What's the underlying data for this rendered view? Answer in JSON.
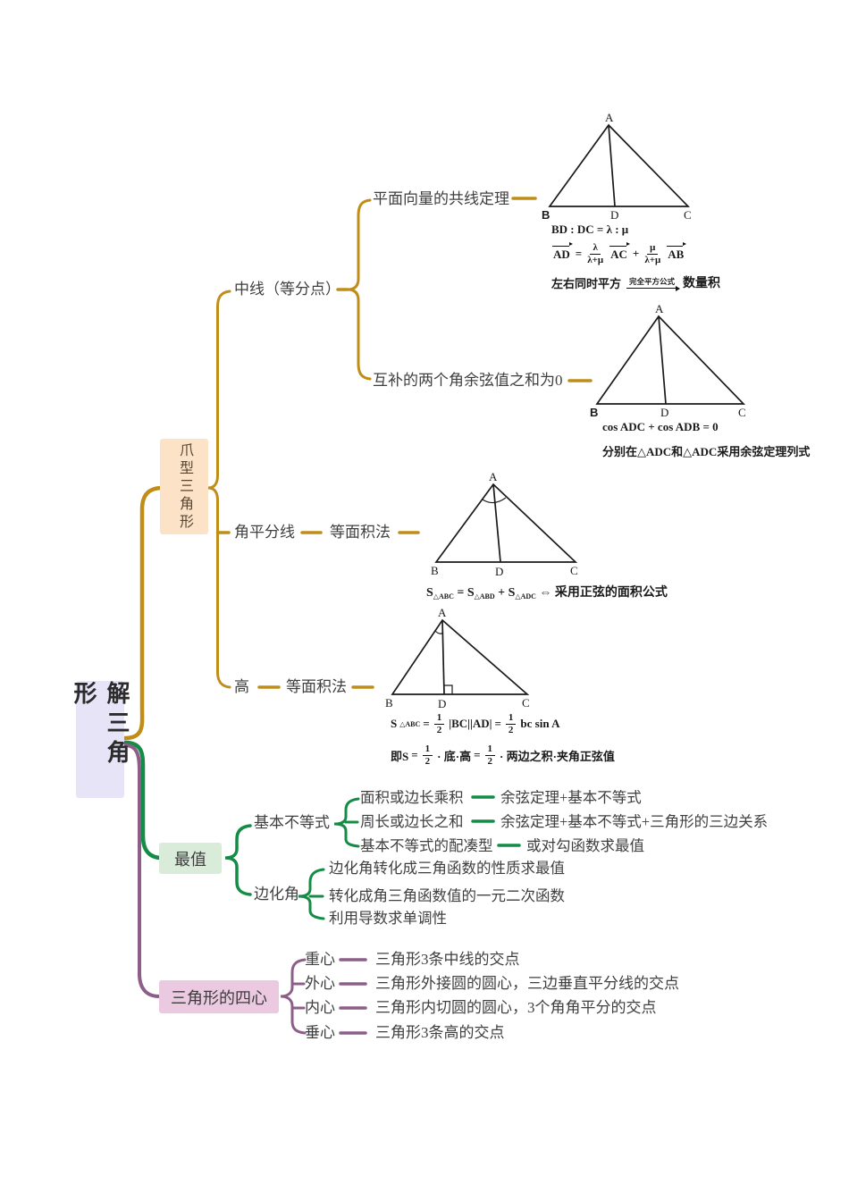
{
  "root": {
    "label": "解三角形"
  },
  "claw": {
    "label": "爪型三角形",
    "median": {
      "label": "中线（等分点）",
      "vector": {
        "label": "平面向量的共线定理"
      },
      "cosine": {
        "label": "互补的两个角余弦值之和为0"
      }
    },
    "bisector": {
      "label": "角平分线",
      "method": "等面积法"
    },
    "height": {
      "label": "高",
      "method": "等面积法"
    }
  },
  "max": {
    "label": "最值",
    "inequality": {
      "label": "基本不等式",
      "items": [
        {
          "label": "面积或边长乘积",
          "method": "余弦定理+基本不等式"
        },
        {
          "label": "周长或边长之和",
          "method": "余弦定理+基本不等式+三角形的三边关系"
        },
        {
          "label": "基本不等式的配凑型",
          "method": "或对勾函数求最值"
        }
      ]
    },
    "angle": {
      "label": "边化角",
      "items": [
        {
          "label": "边化角转化成三角函数的性质求最值"
        },
        {
          "label": "转化成角三角函数值的一元二次函数"
        },
        {
          "label": "利用导数求单调性"
        }
      ]
    }
  },
  "centers": {
    "label": "三角形的四心",
    "items": [
      {
        "label": "重心",
        "desc": "三角形3条中线的交点"
      },
      {
        "label": "外心",
        "desc": "三角形外接圆的圆心，三边垂直平分线的交点"
      },
      {
        "label": "内心",
        "desc": "三角形内切圆的圆心，3个角角平分的交点"
      },
      {
        "label": "垂心",
        "desc": "三角形3条高的交点"
      }
    ]
  },
  "tri_labels": {
    "A": "A",
    "B": "B",
    "C": "C",
    "D": "D"
  },
  "f1": {
    "line1": "BD : DC = λ :  μ",
    "line2": {
      "v1": "AD",
      "eq": "=",
      "f1n": "λ",
      "f1d": "λ+μ",
      "v2": "AC",
      "plus": "+",
      "f2n": "μ",
      "f2d": "λ+μ",
      "v3": "AB"
    },
    "line3": {
      "pre": "左右同时平方",
      "anno": "完全平方公式",
      "post": "数量积"
    }
  },
  "f2": {
    "line1": "cos ADC + cos ADB = 0",
    "line2": "分别在△ADC和△ADC采用余弦定理列式"
  },
  "f3": {
    "s1": "S",
    "sub1": "△ABC",
    "op1": "= S",
    "sub2": "△ABD",
    "op2": "+ S",
    "sub3": "△ADC",
    "rest": "⇔ 采用正弦的面积公式"
  },
  "f4": {
    "line1": {
      "s": "S",
      "sub": "△ABC",
      "eq": "=",
      "f1n": "1",
      "f1d": "2",
      "mid": "|BC||AD|",
      "eq2": "=",
      "f2n": "1",
      "f2d": "2",
      "tail": "bc sin A"
    },
    "line2": {
      "pre": "即S",
      "eq": "=",
      "f1n": "1",
      "f1d": "2",
      "mid": "· 底·高",
      "eq2": "=",
      "f2n": "1",
      "f2d": "2",
      "tail": "· 两边之积·夹角正弦值"
    }
  },
  "colors": {
    "branch_claw": "#c08d18",
    "branch_max": "#148c46",
    "branch_centers": "#8d5e89",
    "root_bg": "#e6e4f6",
    "claw_bg": "#fce3c7",
    "max_bg": "#d9ecda",
    "centers_bg": "#ebc9e1"
  }
}
